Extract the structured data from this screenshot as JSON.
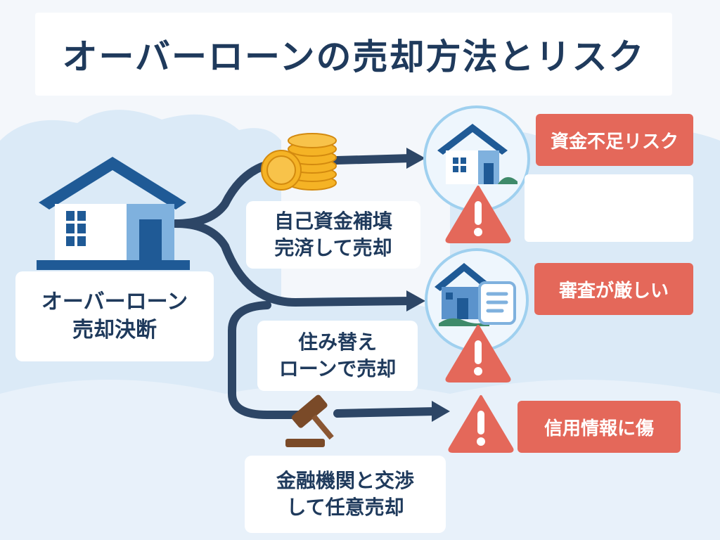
{
  "title": "オーバーローンの売却方法とリスク",
  "start": {
    "line1": "オーバーローン",
    "line2": "売却決断"
  },
  "methods": [
    {
      "line1": "自己資金補填",
      "line2": "完済して売却"
    },
    {
      "line1": "住み替え",
      "line2": "ローンで売却"
    },
    {
      "line1": "金融機関と交渉",
      "line2": "して任意売却"
    }
  ],
  "risks": [
    "資金不足リスク",
    "審査が厳しい",
    "信用情報に傷"
  ],
  "icons": [
    "house-icon",
    "coins-icon",
    "gavel-icon",
    "warning-icon",
    "document-icon"
  ],
  "colors": {
    "title": "#1f3a5c",
    "arrow": "#2d4666",
    "house": "#1f5a96",
    "risk": "#e4685a",
    "coin": "#f5b325"
  }
}
